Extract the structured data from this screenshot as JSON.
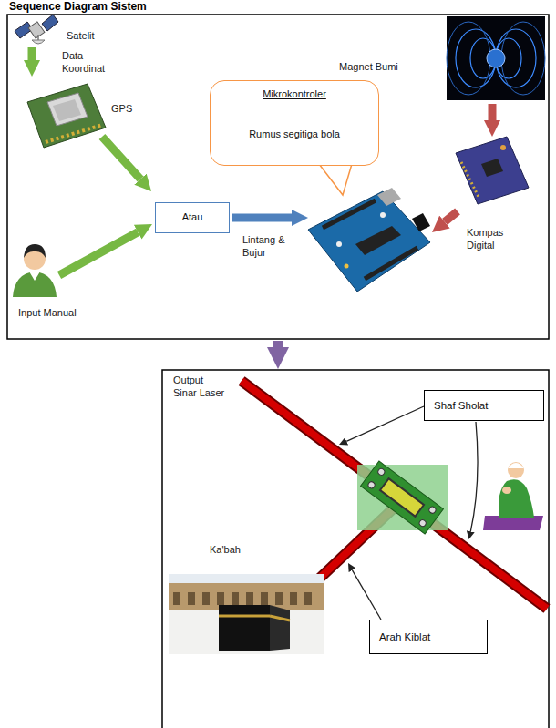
{
  "diagram": {
    "title": "Sequence Diagram Sistem",
    "nodes": [
      {
        "text": [
          "Atau"
        ]
      },
      {
        "text": [
          "Mikrokontroler",
          "Rumus segitiga bola"
        ]
      },
      {
        "text": [
          "Shaf Sholat"
        ]
      },
      {
        "text": [
          "Arah Kiblat"
        ]
      }
    ],
    "labels": [
      "Satelit",
      "Data Koordinat",
      "GPS",
      "Input Manual",
      "Lintang & Bujur",
      "Magnet Bumi",
      "Kompas Digital",
      "Output Sinar Laser",
      "Ka'bah"
    ]
  }
}
